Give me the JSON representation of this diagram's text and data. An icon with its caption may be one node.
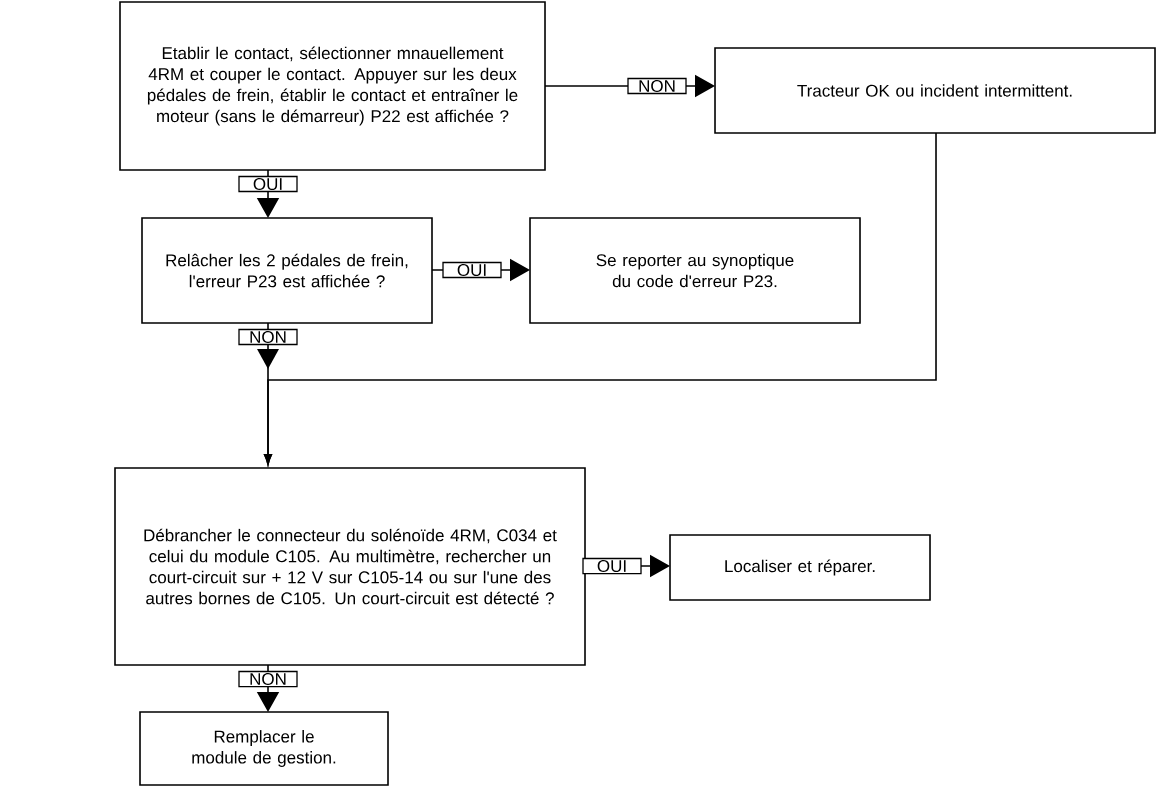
{
  "diagram": {
    "nodes": [
      {
        "text": [
          "Etablir le contact, sélectionner mnauellement 4RM et couper le contact. Appuyer sur les deux pédales de frein, établir le contact et entraîner le moteur (sans le démarreur) P22 est affichée ?"
        ]
      },
      {
        "text": [
          "Tracteur OK ou incident intermittent."
        ]
      },
      {
        "text": [
          "Relâcher les 2 pédales de frein, l'erreur P23 est affichée ?"
        ]
      },
      {
        "text": [
          "Se reporter au synoptique du code d'erreur P23."
        ]
      },
      {
        "text": [
          "Débrancher le connecteur du solénoïde 4RM, C034 et celui du module C105. Au multimètre, rechercher un court-circuit sur + 12 V sur C105-14 ou sur l'une des autres bornes de C105. Un court-circuit est détecté ?"
        ]
      },
      {
        "text": [
          "Localiser et réparer."
        ]
      },
      {
        "text": [
          "Remplacer le module de gestion."
        ]
      }
    ],
    "edges": [
      {
        "from": 0,
        "to": 1,
        "arrow": "to",
        "label": "NON"
      },
      {
        "from": 0,
        "to": 2,
        "arrow": "to",
        "label": "OUI"
      },
      {
        "from": 2,
        "to": 3,
        "arrow": "to",
        "label": "OUI"
      },
      {
        "from": 2,
        "to": 4,
        "arrow": "to",
        "label": "NON"
      },
      {
        "from": 1,
        "to": 4,
        "arrow": "to"
      },
      {
        "from": 4,
        "to": 5,
        "arrow": "to",
        "label": "OUI"
      },
      {
        "from": 4,
        "to": 6,
        "arrow": "to",
        "label": "NON"
      }
    ]
  }
}
